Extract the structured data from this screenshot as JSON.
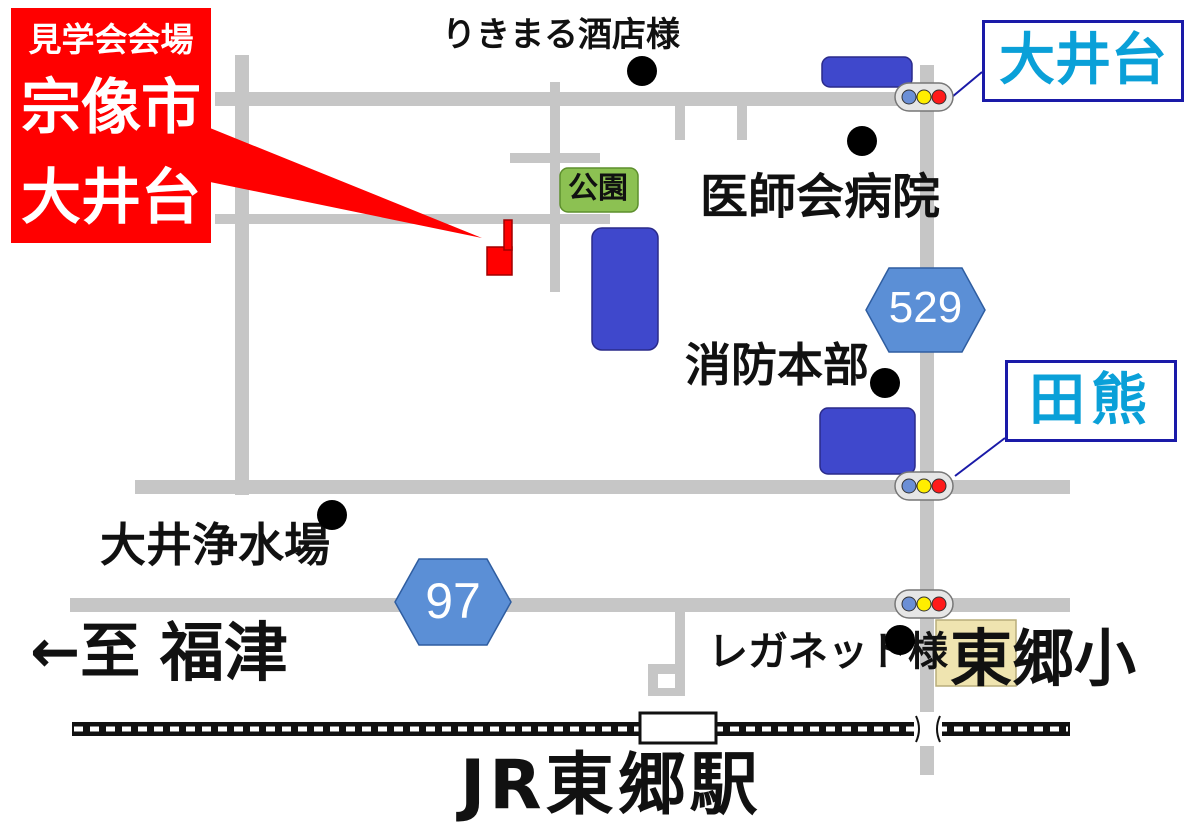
{
  "callout": {
    "line1": "見学会会場",
    "line2": "宗像市",
    "line3": "大井台"
  },
  "intersections": {
    "oidai": "大井台",
    "taguma": "田熊"
  },
  "landmarks": {
    "liquor_store": "りきまる酒店様",
    "park": "公園",
    "hospital": "医師会病院",
    "fire_dept": "消防本部",
    "water_plant": "大井浄水場",
    "leganet": "レガネット様",
    "school": "東郷小"
  },
  "routes": {
    "r529": "529",
    "r97": "97"
  },
  "direction": {
    "arrow_text": "←至",
    "destination": "福津"
  },
  "station": "JR東郷駅",
  "colors": {
    "road": "#c6c6c6",
    "callout": "#ff0000",
    "building": "#3f48cc",
    "park": "#8cc152",
    "route_shield": "#5b8fd6",
    "school_box": "#efe4b0",
    "label_border": "#1a1aa8",
    "label_text": "#0aa0d8"
  }
}
